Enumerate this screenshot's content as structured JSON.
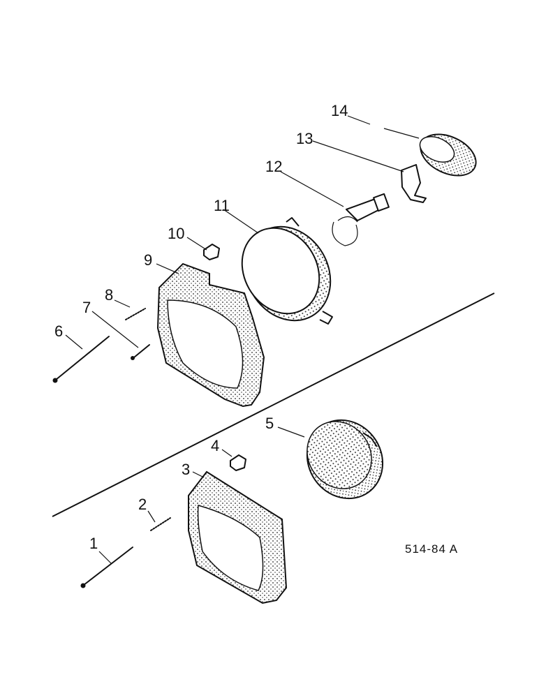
{
  "diagram": {
    "reference_code": "514-84 A",
    "callouts": [
      "1",
      "2",
      "3",
      "4",
      "5",
      "6",
      "7",
      "8",
      "9",
      "10",
      "11",
      "12",
      "13",
      "14"
    ]
  }
}
